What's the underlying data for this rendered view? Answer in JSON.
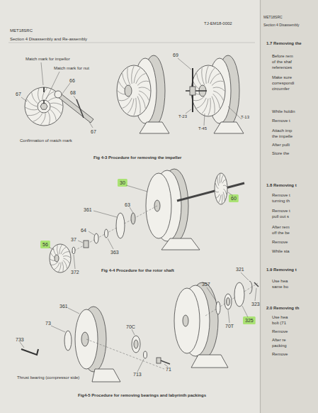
{
  "diagram": {
    "labels": [
      "MET18SRC",
      "TJ-EM18-0002",
      "Section 4  Disassembly and Re-assembly",
      "Match mark for impellor",
      "Match mark for nut",
      "69",
      "66",
      "68",
      "67",
      "67",
      "Confirmation of match mark",
      "T-23",
      "T-45",
      "T-13",
      "Fig 4-3 Procedure for removing the impeller",
      "30",
      "60",
      "361",
      "63",
      "64",
      "37",
      "56",
      "363",
      "372",
      "Fig 4-4  Procedure for the rotor shaft",
      "321",
      "357",
      "323",
      "325",
      "70T",
      "361",
      "73",
      "733",
      "70C",
      "71",
      "713",
      "Thrust bearing (compressor side)",
      "Fig4-5  Procedure for removing bearings and labyrinth packings",
      "MET18SRC",
      "Section 4  Disassembly",
      "1.7 Removing the",
      "Before rem",
      "of the shaf",
      "references",
      "Make sure",
      "correspondi",
      "circumfer",
      "While holdin",
      "Remove t",
      "Attach imp",
      "the impelle",
      "After pulli",
      "Store the",
      "1.8 Removing t",
      "Remove t",
      "turning th",
      "Remove t",
      "pull out s",
      "After rem",
      "off the be",
      "Remove",
      "While sta",
      "1.9 Removing t",
      "Use hea",
      "same bo",
      "2.0 Removing th",
      "Use hea",
      "bolt (71",
      "Remove",
      "After re",
      "packing",
      "Remove"
    ]
  }
}
